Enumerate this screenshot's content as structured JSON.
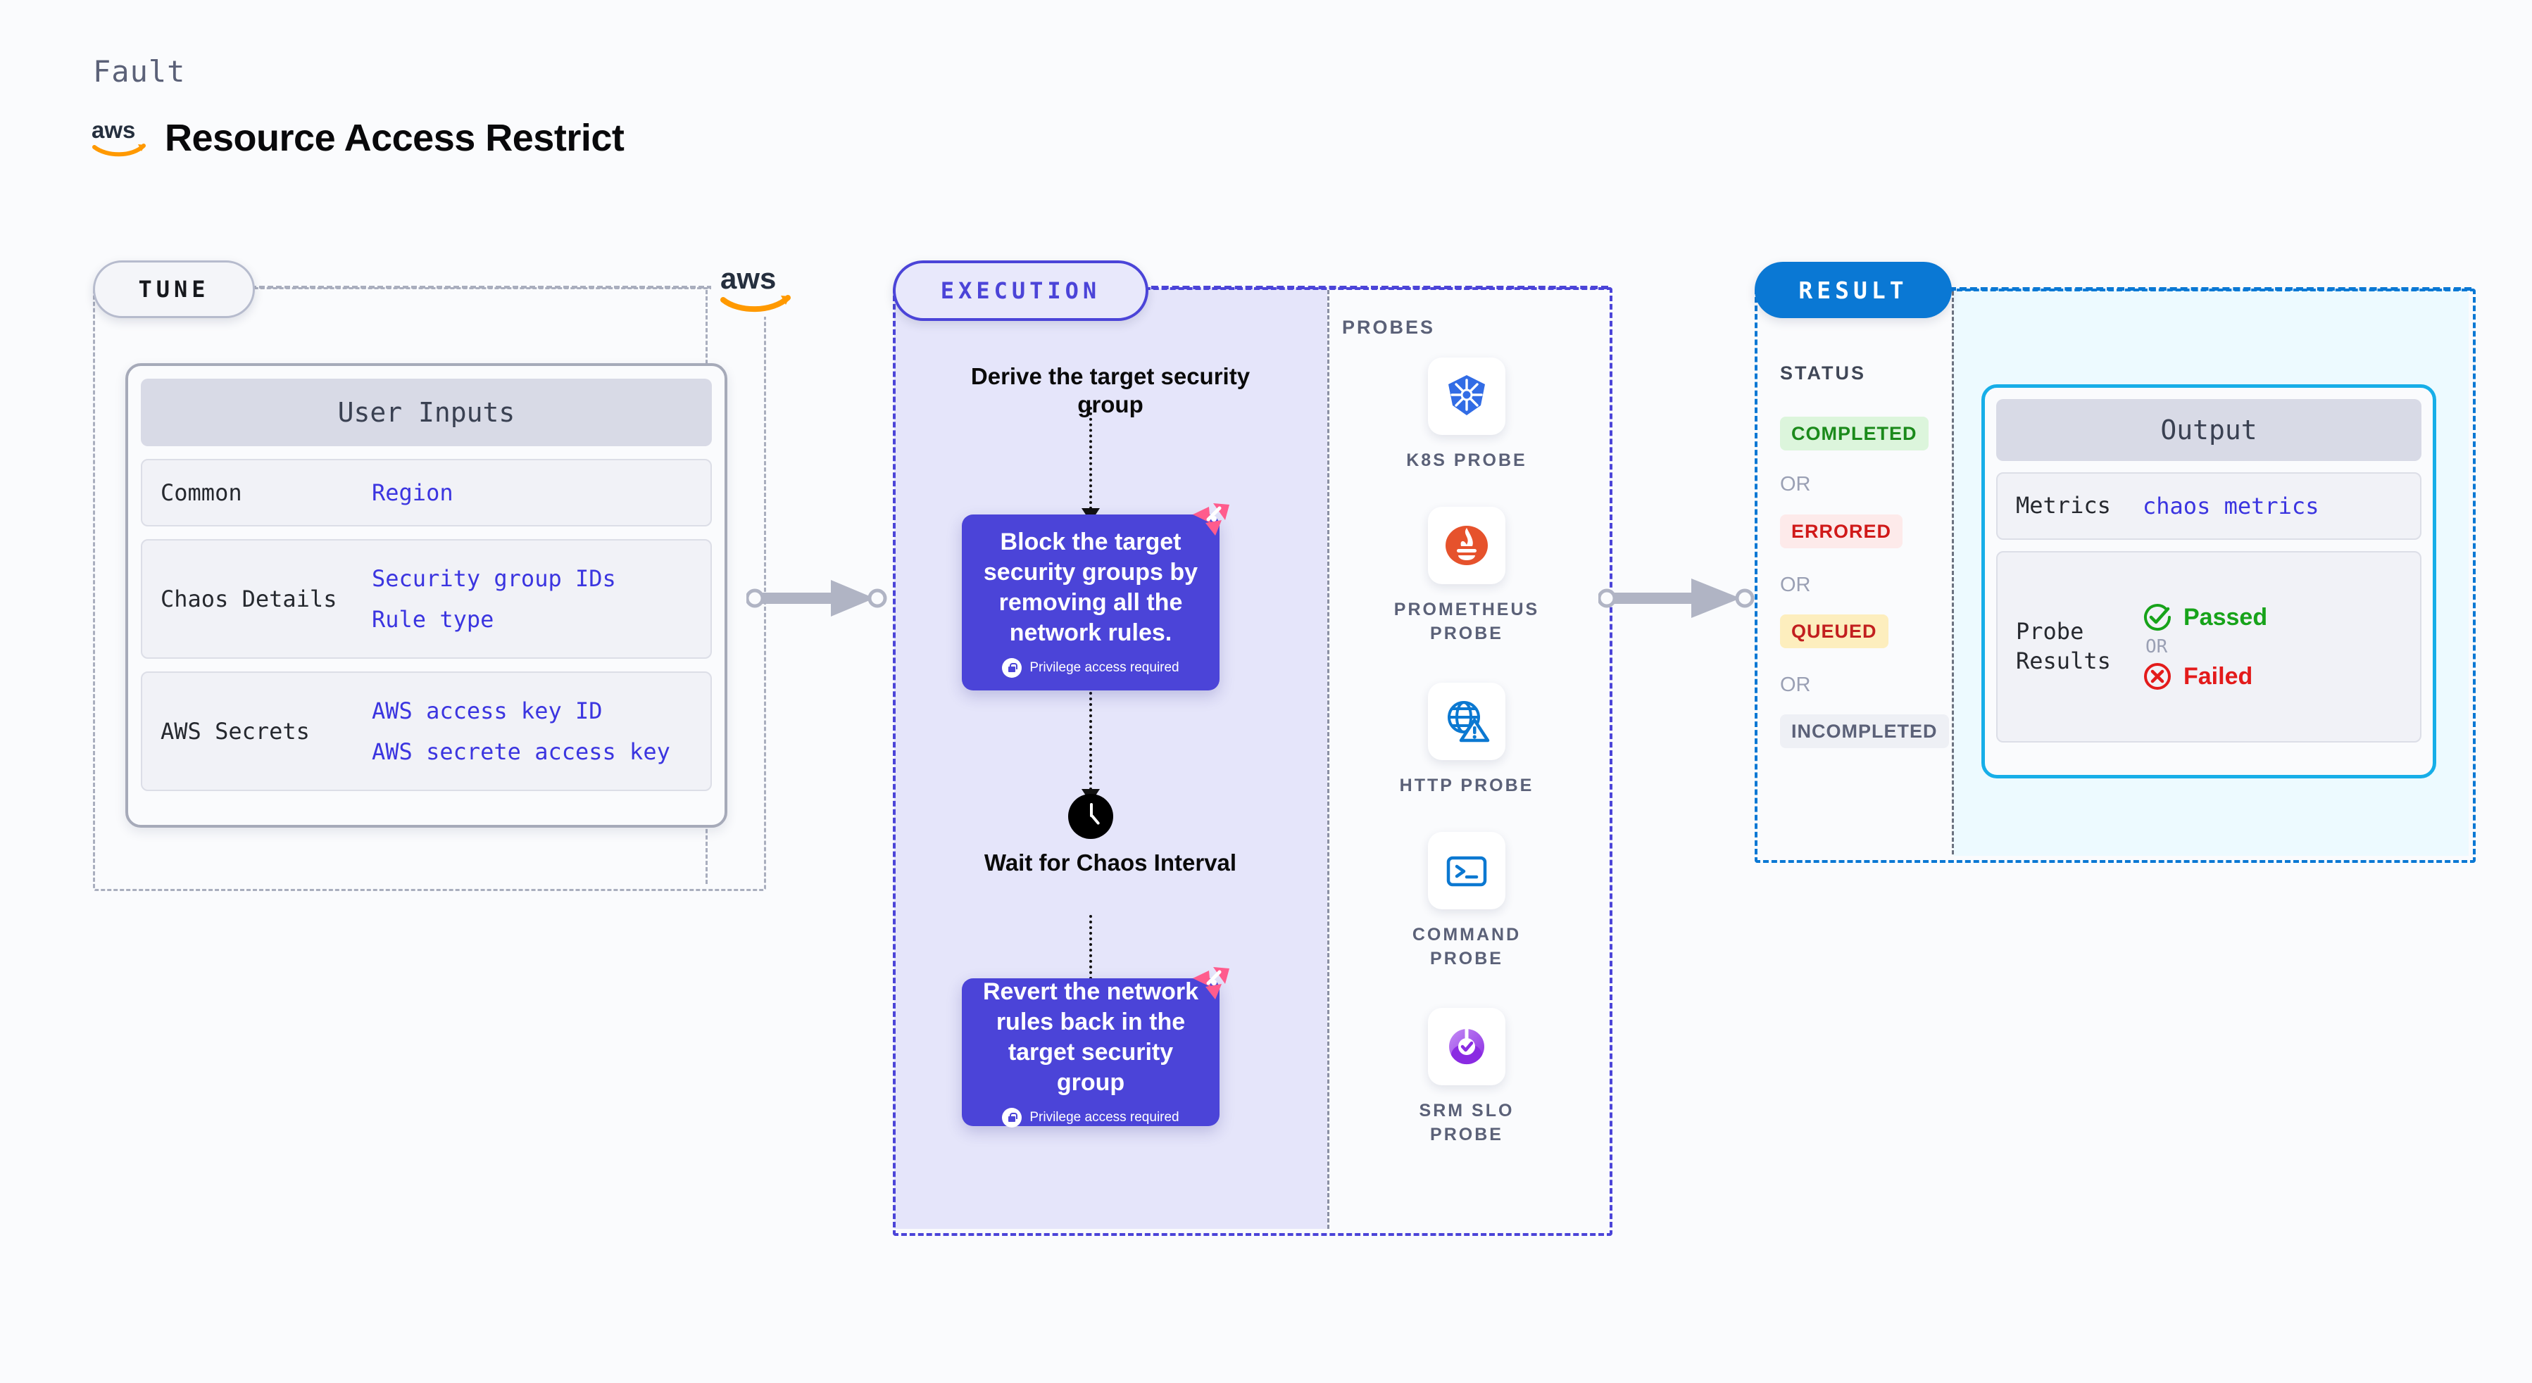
{
  "header": {
    "fault_label": "Fault",
    "title": "Resource Access Restrict",
    "provider_icon": "aws-logo",
    "provider_text": "aws"
  },
  "colors": {
    "tune_accent": "#a9aebe",
    "execution_accent": "#4b44d8",
    "result_accent": "#0a78d4",
    "output_accent": "#17aee8",
    "fault_card": "#4b44d8",
    "link_blue": "#3b35e0"
  },
  "stages": {
    "tune": {
      "pill": "TUNE"
    },
    "execution": {
      "pill": "EXECUTION"
    },
    "result": {
      "pill": "RESULT"
    }
  },
  "tune": {
    "card_title": "User Inputs",
    "rows": [
      {
        "key": "Common",
        "values": [
          "Region"
        ]
      },
      {
        "key": "Chaos Details",
        "values": [
          "Security group IDs",
          "Rule type"
        ]
      },
      {
        "key": "AWS Secrets",
        "values": [
          "AWS access key ID",
          "AWS secrete access key"
        ]
      }
    ]
  },
  "execution": {
    "step_derive": "Derive the target security group",
    "fault_1": {
      "text": "Block the target security groups by removing all the network rules.",
      "privilege_note": "Privilege access required",
      "privilege_icon": "lock-icon",
      "badge_icon": "harness-logo-icon"
    },
    "wait_label": "Wait for Chaos Interval",
    "wait_icon": "clock-icon",
    "fault_2": {
      "text": "Revert the network rules back in the target security group",
      "privilege_note": "Privilege access required",
      "privilege_icon": "lock-icon",
      "badge_icon": "harness-logo-icon"
    }
  },
  "probes": {
    "title": "PROBES",
    "items": [
      {
        "label": "K8S PROBE",
        "icon": "kubernetes-icon"
      },
      {
        "label": "PROMETHEUS PROBE",
        "icon": "prometheus-icon"
      },
      {
        "label": "HTTP PROBE",
        "icon": "globe-warning-icon"
      },
      {
        "label": "COMMAND PROBE",
        "icon": "terminal-icon"
      },
      {
        "label": "SRM SLO PROBE",
        "icon": "srm-slo-icon"
      }
    ]
  },
  "result": {
    "status_title": "STATUS",
    "or_label": "OR",
    "statuses": [
      {
        "label": "COMPLETED",
        "bg": "#dcf5dc",
        "fg": "#1b8a1b"
      },
      {
        "label": "ERRORED",
        "bg": "#fdeaea",
        "fg": "#d01919"
      },
      {
        "label": "QUEUED",
        "bg": "#fdeebe",
        "fg": "#c21f1f"
      },
      {
        "label": "INCOMPLETED",
        "bg": "#eef0f5",
        "fg": "#5b6178"
      }
    ],
    "output": {
      "title": "Output",
      "metrics_key": "Metrics",
      "metrics_value": "chaos metrics",
      "probe_results_key": "Probe Results",
      "passed_label": "Passed",
      "passed_icon": "check-circle-icon",
      "failed_label": "Failed",
      "failed_icon": "x-circle-icon",
      "or_label": "OR"
    }
  }
}
